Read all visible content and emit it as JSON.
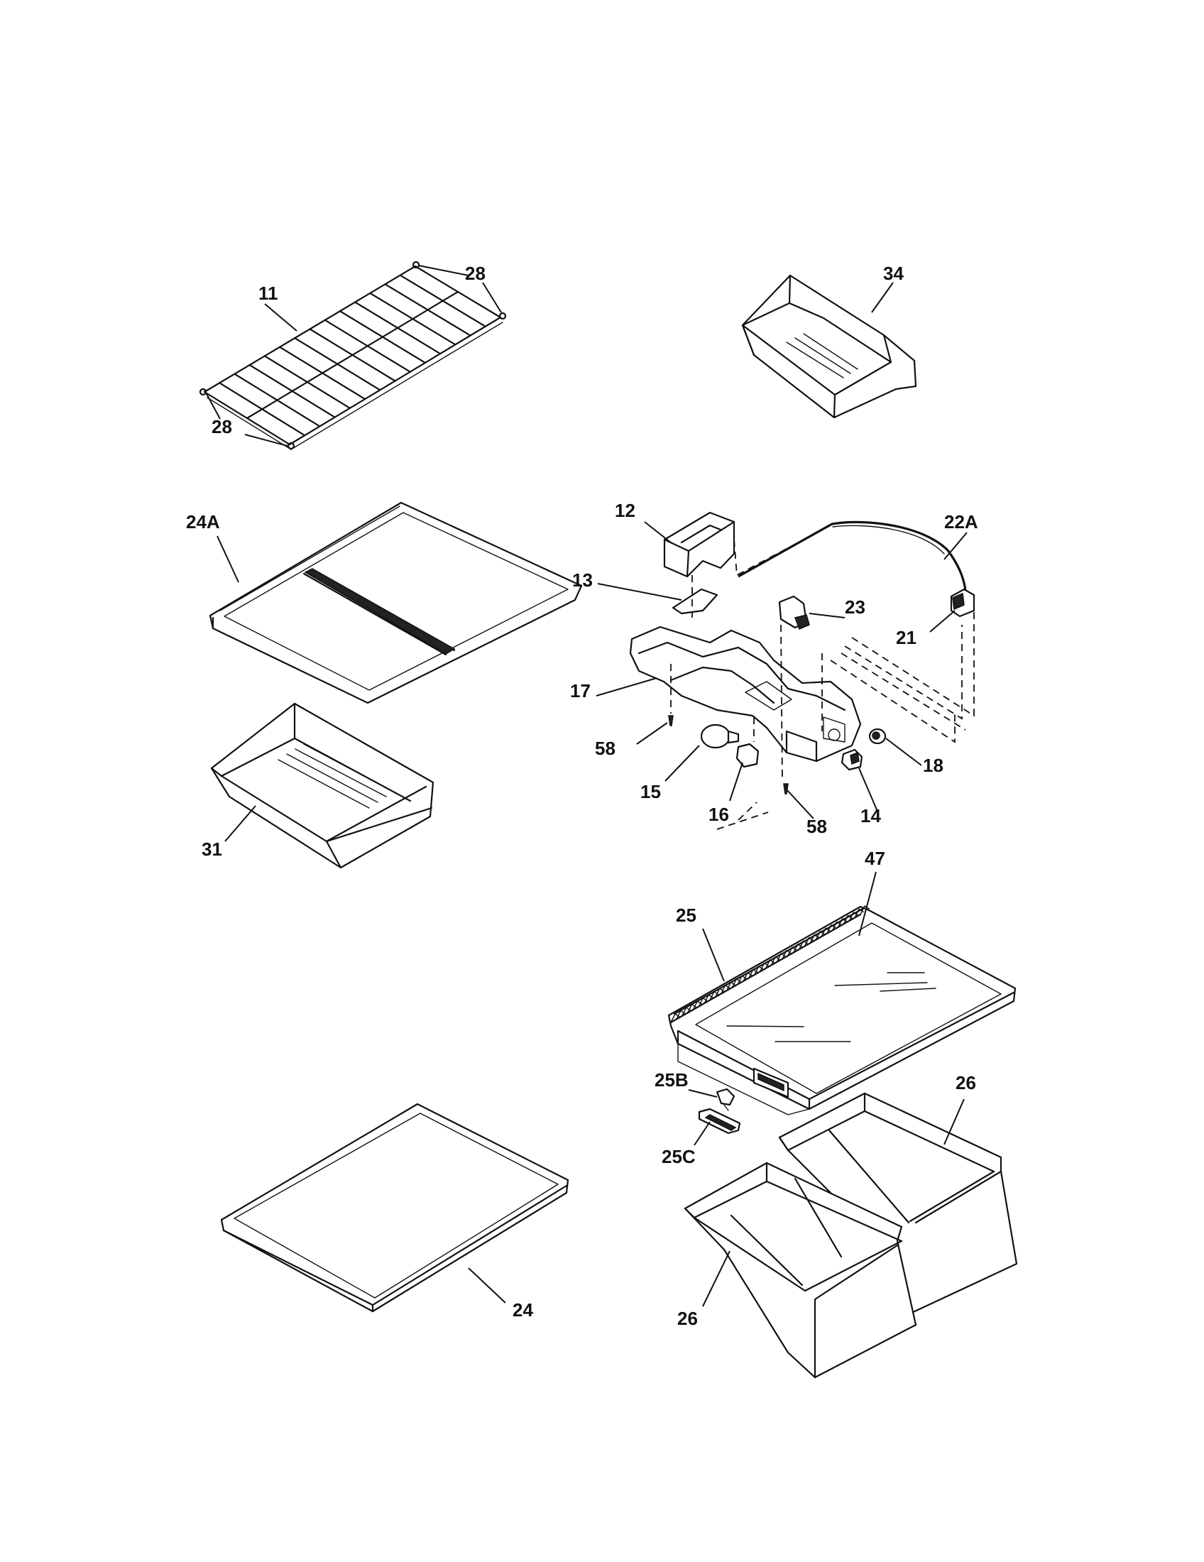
{
  "callouts": {
    "c11": "11",
    "c28a": "28",
    "c28b": "28",
    "c34": "34",
    "c24a": "24A",
    "c12": "12",
    "c22a": "22A",
    "c13": "13",
    "c23": "23",
    "c21": "21",
    "c17": "17",
    "c58a": "58",
    "c15": "15",
    "c16": "16",
    "c58b": "58",
    "c14": "14",
    "c18": "18",
    "c31": "31",
    "c47": "47",
    "c25": "25",
    "c25b": "25B",
    "c25c": "25C",
    "c26a": "26",
    "c26b": "26",
    "c24": "24"
  }
}
